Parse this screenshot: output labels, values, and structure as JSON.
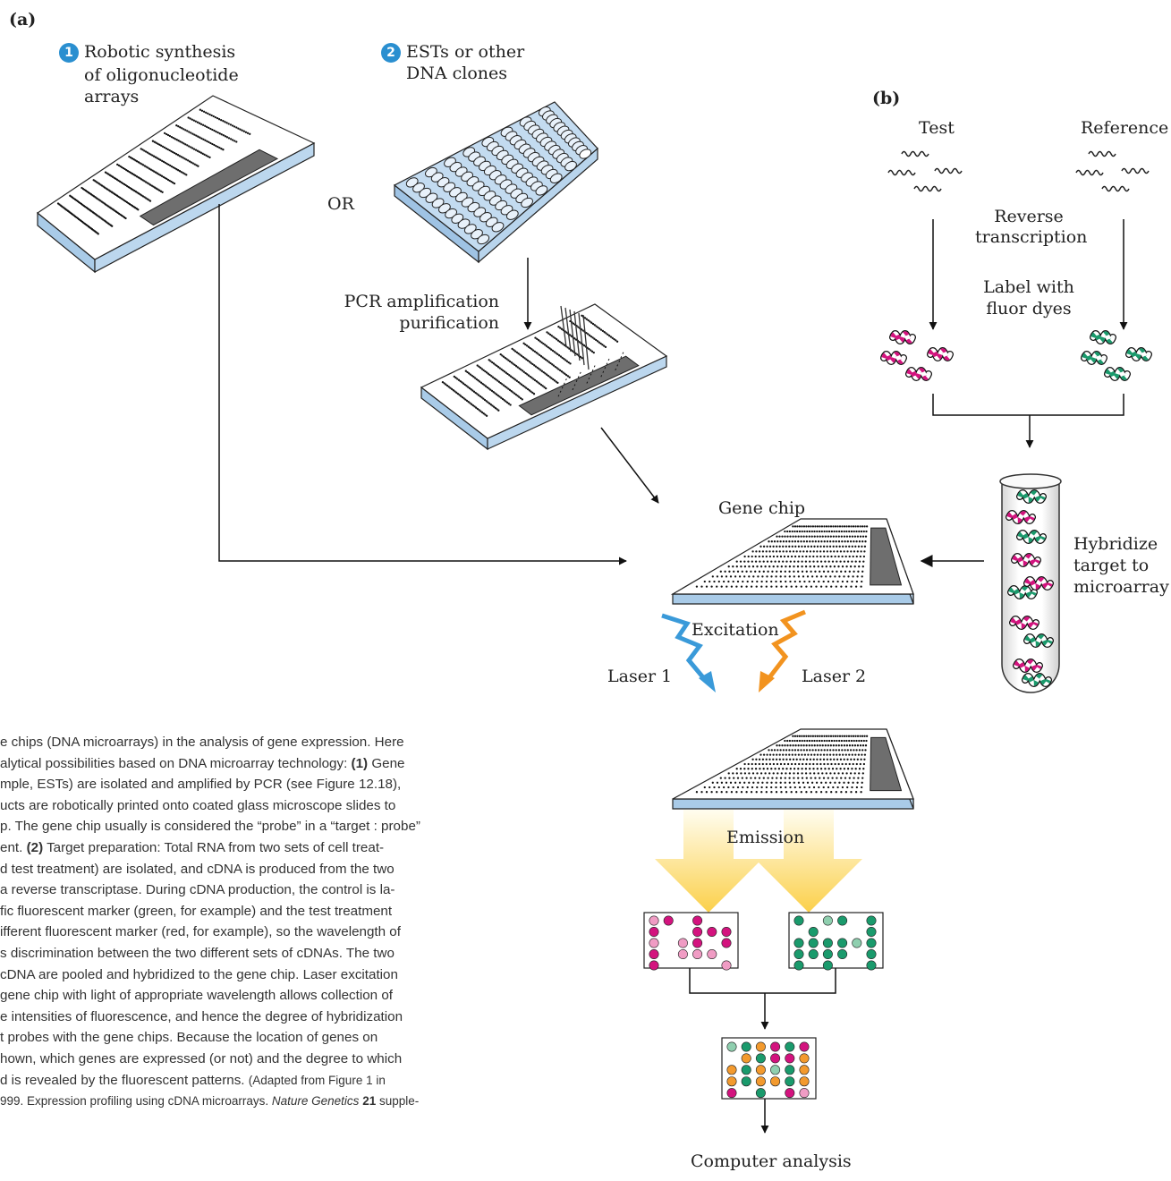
{
  "panel_a": {
    "label": "(a)"
  },
  "panel_b": {
    "label": "(b)"
  },
  "step1": {
    "number": "1",
    "line1": "Robotic synthesis",
    "line2": "of oligonucleotide",
    "line3": "arrays"
  },
  "step2": {
    "number": "2",
    "line1": "ESTs or other",
    "line2": "DNA clones"
  },
  "or_label": "OR",
  "pcr": {
    "line1": "PCR amplification",
    "line2": "purification"
  },
  "gene_chip_label": "Gene chip",
  "test_label": "Test",
  "reference_label": "Reference",
  "reverse": {
    "line1": "Reverse",
    "line2": "transcription"
  },
  "fluor": {
    "line1": "Label with",
    "line2": "fluor dyes"
  },
  "hybridize": {
    "line1": "Hybridize",
    "line2": "target to",
    "line3": "microarray"
  },
  "excitation_label": "Excitation",
  "laser1_label": "Laser 1",
  "laser2_label": "Laser 2",
  "emission_label": "Emission",
  "computer_label": "Computer analysis",
  "caption": {
    "l1": "e chips (DNA microarrays) in the analysis of gene expression. Here",
    "l2a": "alytical possibilities based on DNA microarray technology: ",
    "l2b": "(1)",
    "l2c": " Gene",
    "l3": "mple, ESTs) are isolated and amplified by PCR (see Figure 12.18),",
    "l4": "ucts are robotically printed onto coated glass microscope slides to",
    "l5": "p. The gene chip usually is considered the “probe” in a “target : probe”",
    "l6a": "ent. ",
    "l6b": "(2)",
    "l6c": " Target preparation: Total RNA from two sets of cell treat-",
    "l7": "d test treatment) are isolated, and cDNA is produced from the two",
    "l8": "a reverse transcriptase. During cDNA production, the control is la-",
    "l9": "fic fluorescent marker (green, for example) and the test treatment",
    "l10": "ifferent fluorescent marker (red, for example), so the wavelength of",
    "l11": "s discrimination between the two different sets of cDNAs. The two",
    "l12": "cDNA are pooled and hybridized to the gene chip. Laser excitation",
    "l13": "gene chip with light of appropriate wavelength allows collection of",
    "l14": "e intensities of fluorescence, and hence the degree of hybridization",
    "l15": "t probes with the gene chips. Because the location of genes on",
    "l16": "hown, which genes are expressed (or not) and the degree to which",
    "l17a": "d is revealed by the fluorescent patterns. ",
    "l17b": "(Adapted from Figure 1 in",
    "l18a": "999. Expression profiling using cDNA microarrays. ",
    "l18b": "Nature Genetics",
    "l18c": " 21",
    "l18d": " supple-"
  },
  "colors": {
    "magenta": "#d3137e",
    "pink": "#f09cc4",
    "green": "#1a9a6c",
    "light_green": "#8fcfaf",
    "orange": "#f39a2e",
    "laser1": "#3a9ad9",
    "laser2": "#f2931f",
    "slide_edge": "#a9cbe8",
    "label_patch": "#6e6e6e",
    "emission": "#fbd04a"
  },
  "grids": {
    "test_result": [
      [
        "pink",
        "magenta",
        "",
        "magenta",
        "",
        ""
      ],
      [
        "magenta",
        "",
        "",
        "magenta",
        "magenta",
        "magenta"
      ],
      [
        "pink",
        "",
        "pink",
        "magenta",
        "",
        "magenta"
      ],
      [
        "magenta",
        "",
        "pink",
        "pink",
        "pink",
        ""
      ],
      [
        "magenta",
        "",
        "",
        "",
        "",
        "pink"
      ]
    ],
    "reference_result": [
      [
        "green",
        "",
        "light_green",
        "green",
        "",
        "green"
      ],
      [
        "",
        "green",
        "",
        "",
        "",
        "green"
      ],
      [
        "green",
        "green",
        "green",
        "green",
        "light_green",
        "green"
      ],
      [
        "green",
        "green",
        "green",
        "green",
        "",
        "green"
      ],
      [
        "green",
        "",
        "green",
        "",
        "",
        "green"
      ]
    ],
    "combined": [
      [
        "light_green",
        "green",
        "orange",
        "magenta",
        "green",
        "magenta"
      ],
      [
        "",
        "orange",
        "green",
        "magenta",
        "magenta",
        "orange"
      ],
      [
        "orange",
        "green",
        "orange",
        "light_green",
        "green",
        "orange"
      ],
      [
        "orange",
        "green",
        "orange",
        "orange",
        "green",
        "orange"
      ],
      [
        "magenta",
        "",
        "green",
        "",
        "magenta",
        "pink"
      ]
    ]
  }
}
